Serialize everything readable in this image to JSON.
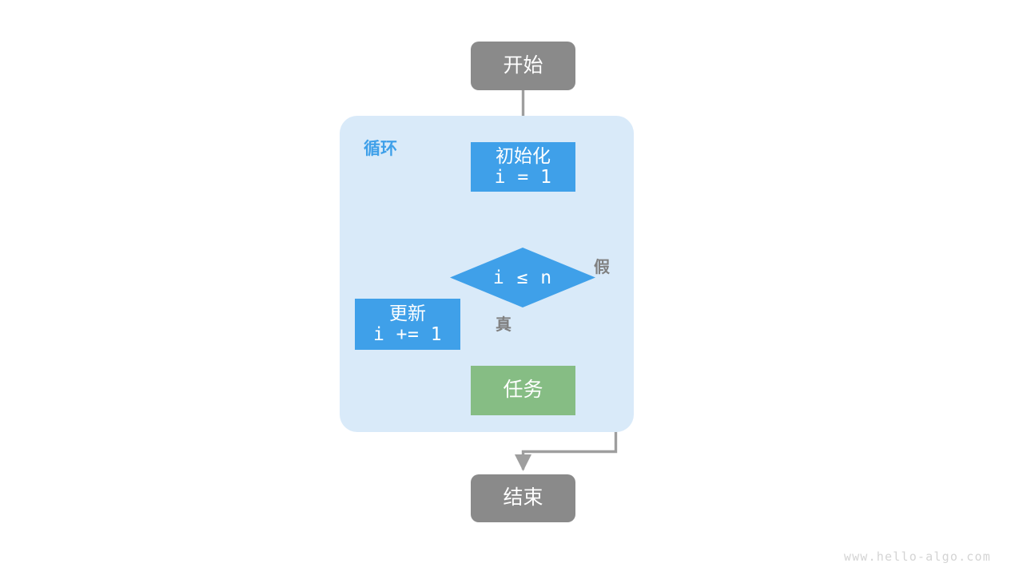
{
  "diagram": {
    "title": "for loop flowchart",
    "background": "#ffffff",
    "colors": {
      "terminal_gray": "#8a8a8a",
      "process_blue": "#3fa0e9",
      "process_green": "#86bd84",
      "loop_container_fill": "#d9eaf9",
      "connector_gray": "#9e9e9e",
      "label_gray": "#808080",
      "watermark_gray": "#d4d4d4"
    },
    "nodes": {
      "start": {
        "label": "开始",
        "shape": "rounded-rect",
        "color": "#8a8a8a"
      },
      "initialize": {
        "line1": "初始化",
        "line2": "i = 1",
        "shape": "rect",
        "color": "#3fa0e9"
      },
      "condition": {
        "label": "i ≤ n",
        "shape": "diamond",
        "color": "#3fa0e9"
      },
      "update": {
        "line1": "更新",
        "line2": "i += 1",
        "shape": "rect",
        "color": "#3fa0e9"
      },
      "task": {
        "label": "任务",
        "shape": "rect",
        "color": "#86bd84"
      },
      "end": {
        "label": "结束",
        "shape": "rounded-rect",
        "color": "#8a8a8a"
      }
    },
    "container": {
      "loop_label": "循环"
    },
    "edge_labels": {
      "true": "真",
      "false": "假"
    },
    "watermark": "www.hello-algo.com"
  }
}
